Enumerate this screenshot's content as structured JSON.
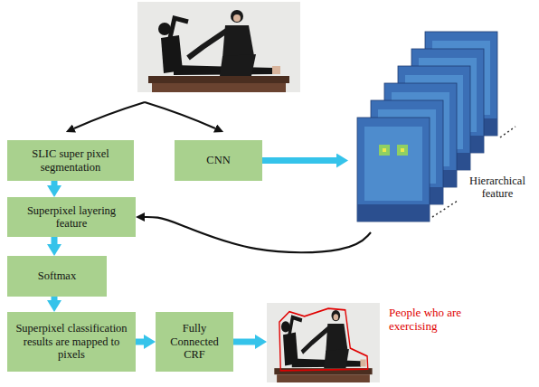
{
  "diagram": {
    "nodes": [
      {
        "text": [
          "SLIC super pixel segmentation"
        ]
      },
      {
        "text": [
          "CNN"
        ]
      },
      {
        "text": [
          "Hierarchical feature"
        ]
      },
      {
        "text": [
          "Superpixel layering feature"
        ]
      },
      {
        "text": [
          "Softmax"
        ]
      },
      {
        "text": [
          "Superpixel classification results are mapped to pixels"
        ]
      },
      {
        "text": [
          "Fully Connected CRF"
        ]
      },
      {
        "text": [
          "People who are exercising"
        ]
      }
    ],
    "edges": [
      {
        "from": 0,
        "to": 3,
        "arrow": "to"
      },
      {
        "from": 1,
        "to": 2,
        "arrow": "to"
      },
      {
        "from": 2,
        "to": 3,
        "arrow": "to"
      },
      {
        "from": 3,
        "to": 4,
        "arrow": "to"
      },
      {
        "from": 4,
        "to": 5,
        "arrow": "to"
      },
      {
        "from": 5,
        "to": 6,
        "arrow": "to"
      },
      {
        "from": 6,
        "to": 7,
        "arrow": "to"
      }
    ]
  }
}
